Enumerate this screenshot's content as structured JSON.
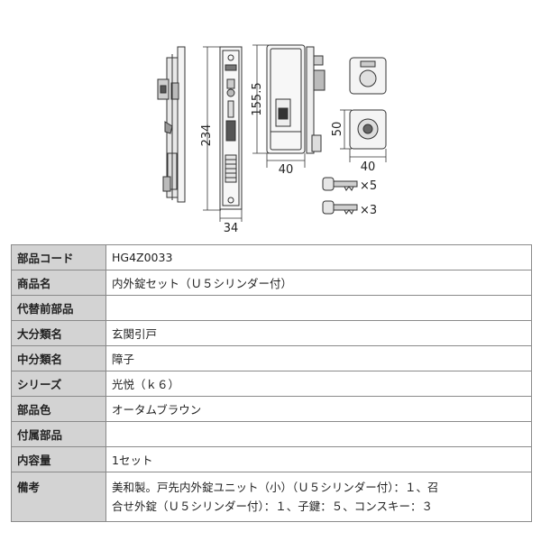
{
  "figure": {
    "dims": {
      "height_overall": "234",
      "height_cover": "155.5",
      "width_plate": "34",
      "width_cover": "40",
      "height_cyl": "50",
      "width_cyl": "40"
    },
    "keys": [
      {
        "icon": "key-icon",
        "count": "×5"
      },
      {
        "icon": "construction-key-icon",
        "count": "×3"
      }
    ]
  },
  "table": {
    "rows": [
      {
        "key": "部品コード",
        "value": "HG4Z0033"
      },
      {
        "key": "商品名",
        "value": "内外錠セット（Ｕ５シリンダー付）"
      },
      {
        "key": "代替前部品",
        "value": ""
      },
      {
        "key": "大分類名",
        "value": "玄関引戸"
      },
      {
        "key": "中分類名",
        "value": "障子"
      },
      {
        "key": "シリーズ",
        "value": "光悦（ｋ６）"
      },
      {
        "key": "部品色",
        "value": "オータムブラウン"
      },
      {
        "key": "付属部品",
        "value": ""
      },
      {
        "key": "内容量",
        "value": "1セット"
      }
    ],
    "note": {
      "key": "備考",
      "line1": "美和製。戸先内外錠ユニット（小）（Ｕ５シリンダー付）：１、召",
      "line2": "合せ外錠（Ｕ５シリンダー付）：１、子鍵：５、コンスキー：３"
    }
  }
}
